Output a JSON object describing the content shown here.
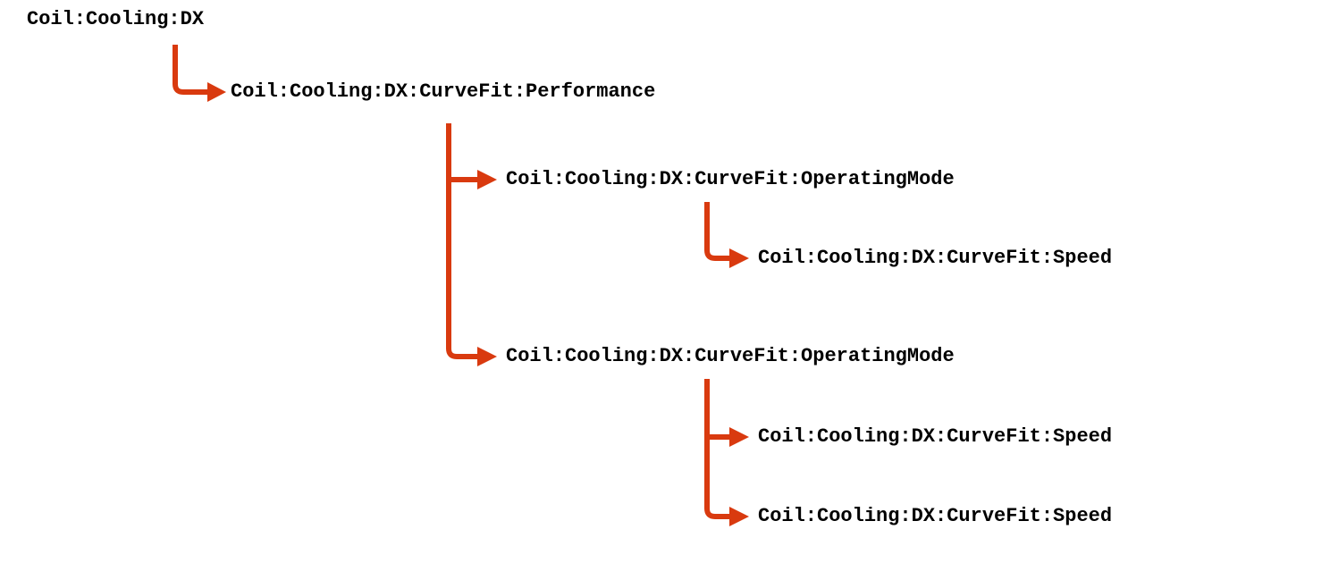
{
  "colors": {
    "arrow": "#d93a0f",
    "text": "#000000",
    "background": "#ffffff"
  },
  "hierarchy": {
    "root": {
      "label": "Coil:Cooling:DX"
    },
    "performance": {
      "label": "Coil:Cooling:DX:CurveFit:Performance"
    },
    "operating_mode_1": {
      "label": "Coil:Cooling:DX:CurveFit:OperatingMode"
    },
    "speed_1": {
      "label": "Coil:Cooling:DX:CurveFit:Speed"
    },
    "operating_mode_2": {
      "label": "Coil:Cooling:DX:CurveFit:OperatingMode"
    },
    "speed_2": {
      "label": "Coil:Cooling:DX:CurveFit:Speed"
    },
    "speed_3": {
      "label": "Coil:Cooling:DX:CurveFit:Speed"
    }
  }
}
